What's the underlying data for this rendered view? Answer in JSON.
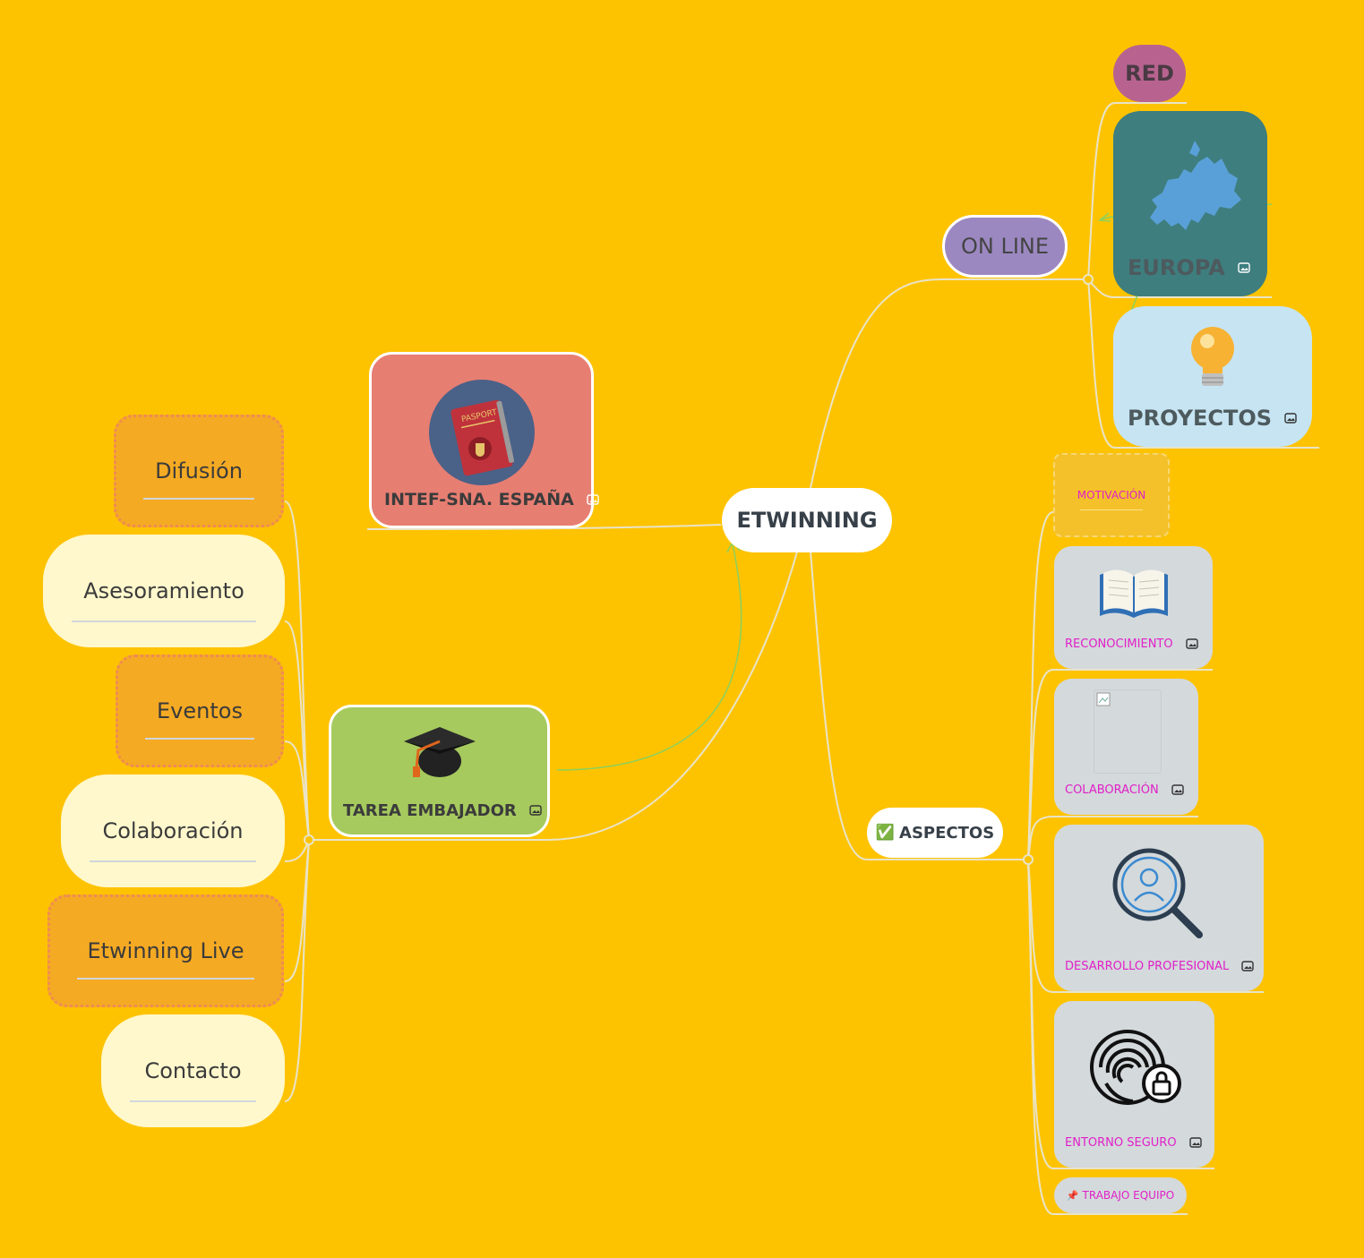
{
  "colors": {
    "background": "#FEC300",
    "branch_line": "#e9e3c8",
    "arrow": "#8fd05a",
    "root_bg": "#ffffff",
    "intef_bg": "#E77E72",
    "tarea_bg": "#A6CA5E",
    "online_bg": "#9C88C1",
    "red_bg": "#B8638F",
    "europa_bg": "#3E7E7E",
    "proyectos_bg": "#C6E4F2",
    "leaf_dotted_bg": "#F5AA23",
    "leaf_soft_bg": "#FFF8CC",
    "aspect_card_bg": "#D4D9DC",
    "aspect_label": "#E020C8"
  },
  "root": {
    "label": "ETWINNING"
  },
  "branches": {
    "intef": {
      "label": "INTEF-SNA. ESPAÑA",
      "image": "passport-icon"
    },
    "tarea": {
      "label": "TAREA EMBAJADOR",
      "image": "graduation-cap-icon"
    },
    "online": {
      "label": "ON LINE"
    },
    "aspectos": {
      "label": "ASPECTOS",
      "icon": "✅"
    }
  },
  "online_children": {
    "red": "RED",
    "europa": {
      "label": "EUROPA",
      "image": "europe-map-icon"
    },
    "proyectos": {
      "label": "PROYECTOS",
      "image": "light-bulb-icon"
    }
  },
  "tarea_children": [
    "Difusión",
    "Asesoramiento",
    "Eventos",
    "Colaboración",
    "Etwinning Live",
    "Contacto"
  ],
  "aspectos_children": {
    "motivacion": "MOTIVACIÓN",
    "reconocimiento": {
      "label": "RECONOCIMIENTO",
      "image": "open-book-icon"
    },
    "colaboracion": {
      "label": "COLABORACIÓN",
      "image": "broken-image-icon"
    },
    "desarrollo": {
      "label": "DESARROLLO PROFESIONAL",
      "image": "magnifier-user-icon"
    },
    "entorno": {
      "label": "ENTORNO SEGURO",
      "image": "fingerprint-lock-icon"
    },
    "trabajo": {
      "label": "TRABAJO EQUIPO",
      "icon": "📌"
    }
  }
}
